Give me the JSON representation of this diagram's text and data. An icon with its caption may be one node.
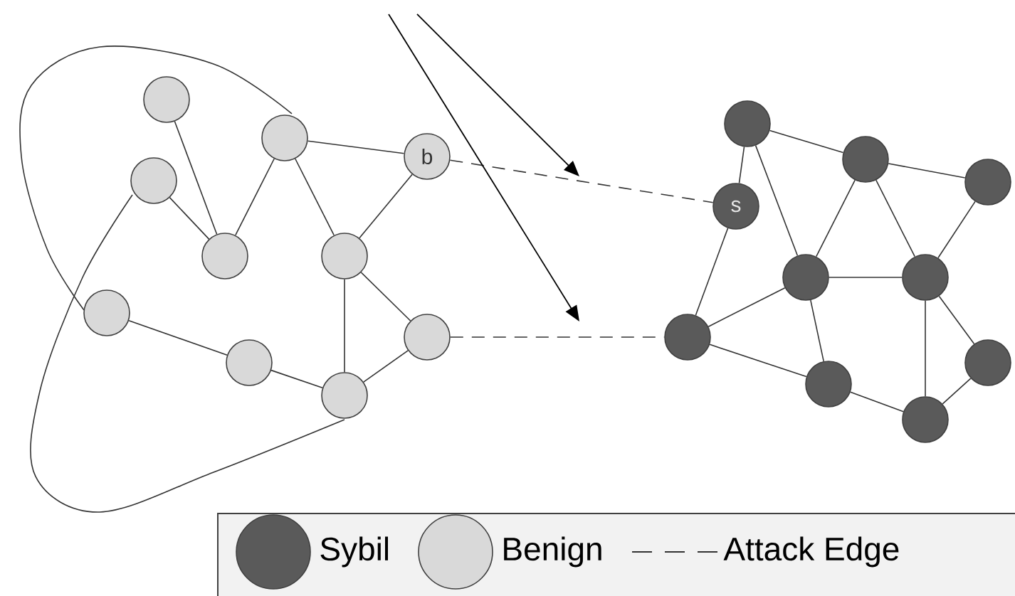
{
  "diagram": {
    "nodes": [
      {
        "text": [],
        "shape": "circle"
      },
      {
        "text": [],
        "shape": "circle"
      },
      {
        "text": [
          "b"
        ]
      },
      {
        "text": [],
        "shape": "circle"
      },
      {
        "text": [],
        "shape": "circle"
      },
      {
        "text": [],
        "shape": "circle"
      },
      {
        "text": [],
        "shape": "circle"
      },
      {
        "text": [],
        "shape": "circle"
      },
      {
        "text": [],
        "shape": "circle"
      },
      {
        "text": [],
        "shape": "circle"
      },
      {
        "text": [],
        "shape": "circle"
      },
      {
        "text": [],
        "shape": "circle"
      },
      {
        "text": [],
        "shape": "circle"
      },
      {
        "text": [
          "s"
        ]
      },
      {
        "text": [],
        "shape": "circle"
      },
      {
        "text": [],
        "shape": "circle"
      },
      {
        "text": [],
        "shape": "circle"
      },
      {
        "text": [],
        "shape": "circle"
      },
      {
        "text": [],
        "shape": "circle"
      },
      {
        "text": [],
        "shape": "circle"
      }
    ],
    "edges": [
      {
        "from": 0,
        "to": 4,
        "arrow": "none"
      },
      {
        "from": 3,
        "to": 4,
        "arrow": "none"
      },
      {
        "from": 1,
        "to": 4,
        "arrow": "none"
      },
      {
        "from": 1,
        "to": 2,
        "arrow": "none"
      },
      {
        "from": 1,
        "to": 5,
        "arrow": "none"
      },
      {
        "from": 2,
        "to": 5,
        "arrow": "none"
      },
      {
        "from": 5,
        "to": 7,
        "arrow": "none"
      },
      {
        "from": 5,
        "to": 9,
        "arrow": "none"
      },
      {
        "from": 7,
        "to": 9,
        "arrow": "none"
      },
      {
        "from": 6,
        "to": 8,
        "arrow": "none"
      },
      {
        "from": 8,
        "to": 9,
        "arrow": "none"
      },
      {
        "from": 10,
        "to": 11,
        "arrow": "none"
      },
      {
        "from": 10,
        "to": 13,
        "arrow": "none"
      },
      {
        "from": 10,
        "to": 14,
        "arrow": "none"
      },
      {
        "from": 11,
        "to": 12,
        "arrow": "none"
      },
      {
        "from": 11,
        "to": 14,
        "arrow": "none"
      },
      {
        "from": 11,
        "to": 15,
        "arrow": "none"
      },
      {
        "from": 15,
        "to": 12,
        "arrow": "none"
      },
      {
        "from": 13,
        "to": 16,
        "arrow": "none"
      },
      {
        "from": 16,
        "to": 14,
        "arrow": "none"
      },
      {
        "from": 14,
        "to": 15,
        "arrow": "none"
      },
      {
        "from": 14,
        "to": 17,
        "arrow": "none"
      },
      {
        "from": 16,
        "to": 17,
        "arrow": "none"
      },
      {
        "from": 17,
        "to": 18,
        "arrow": "none"
      },
      {
        "from": 15,
        "to": 18,
        "arrow": "none"
      },
      {
        "from": 15,
        "to": 19,
        "arrow": "none"
      },
      {
        "from": 18,
        "to": 19,
        "arrow": "none"
      },
      {
        "from": 2,
        "to": 13,
        "arrow": "none",
        "style": "dashed"
      },
      {
        "from": 7,
        "to": 16,
        "arrow": "none",
        "style": "dashed"
      }
    ],
    "legend": [
      {
        "text": "Sybil",
        "color": "#5a5a5a"
      },
      {
        "text": "Benign",
        "color": "#d9d9d9"
      },
      {
        "text": "Attack Edge"
      }
    ]
  }
}
